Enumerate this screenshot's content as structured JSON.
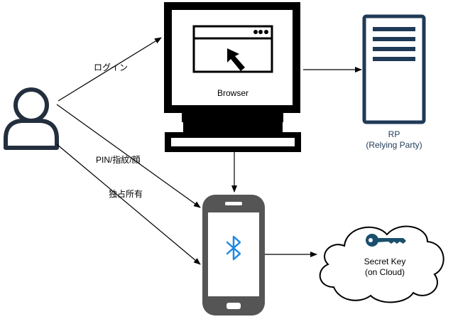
{
  "diagram": {
    "edges": {
      "login": "ログイン",
      "auth": "PIN/指紋/顔",
      "possession": "独占所有"
    },
    "nodes": {
      "browser": "Browser",
      "rp_line1": "RP",
      "rp_line2": "(Relying Party)",
      "key_line1": "Secret Key",
      "key_line2": "(on Cloud)"
    },
    "icons": {
      "user": "user-icon",
      "computer": "monitor-icon",
      "server": "server-icon",
      "phone": "smartphone-icon",
      "bluetooth": "bluetooth-icon",
      "cloud": "cloud-icon",
      "key": "key-icon"
    },
    "colors": {
      "user": "#232f3e",
      "server": "#1f3a56",
      "phone": "#555555",
      "bluetooth": "#1e88e5",
      "key": "#1b4f6e",
      "line": "#000000"
    }
  }
}
